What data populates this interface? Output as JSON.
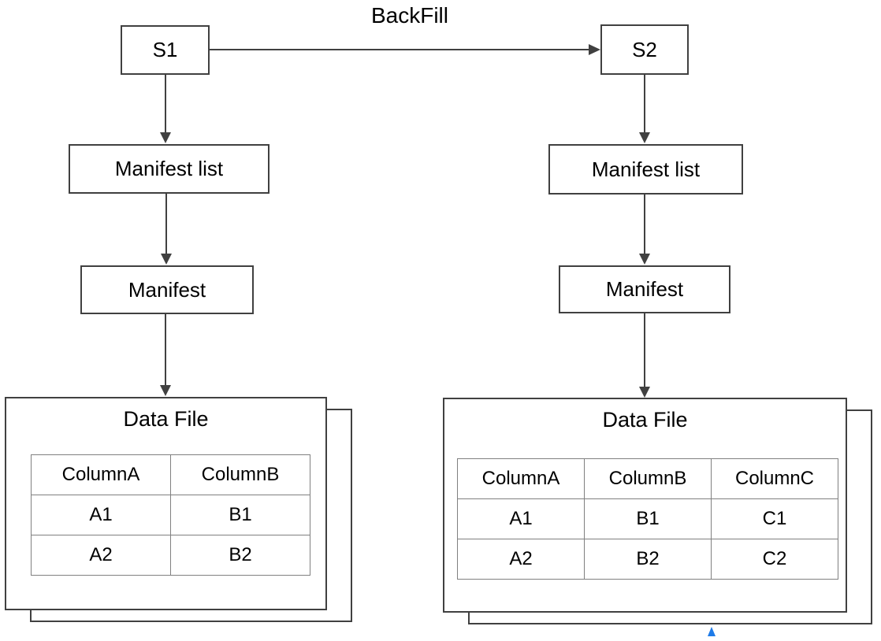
{
  "diagram": {
    "backfill_label": "BackFill",
    "left_snapshot": {
      "label": "S1",
      "manifest_list_label": "Manifest list",
      "manifest_label": "Manifest",
      "data_file": {
        "title": "Data File",
        "columns": [
          "ColumnA",
          "ColumnB"
        ],
        "rows": [
          [
            "A1",
            "B1"
          ],
          [
            "A2",
            "B2"
          ]
        ]
      }
    },
    "right_snapshot": {
      "label": "S2",
      "manifest_list_label": "Manifest list",
      "manifest_label": "Manifest",
      "data_file": {
        "title": "Data File",
        "columns": [
          "ColumnA",
          "ColumnB",
          "ColumnC"
        ],
        "rows": [
          [
            "A1",
            "B1",
            "C1"
          ],
          [
            "A2",
            "B2",
            "C2"
          ]
        ]
      }
    },
    "colors": {
      "box_border": "#404040",
      "connector_line": "#404040",
      "table_border": "#808080",
      "text": "#000000",
      "background": "#ffffff",
      "blue_marker": "#1e7be8"
    }
  }
}
